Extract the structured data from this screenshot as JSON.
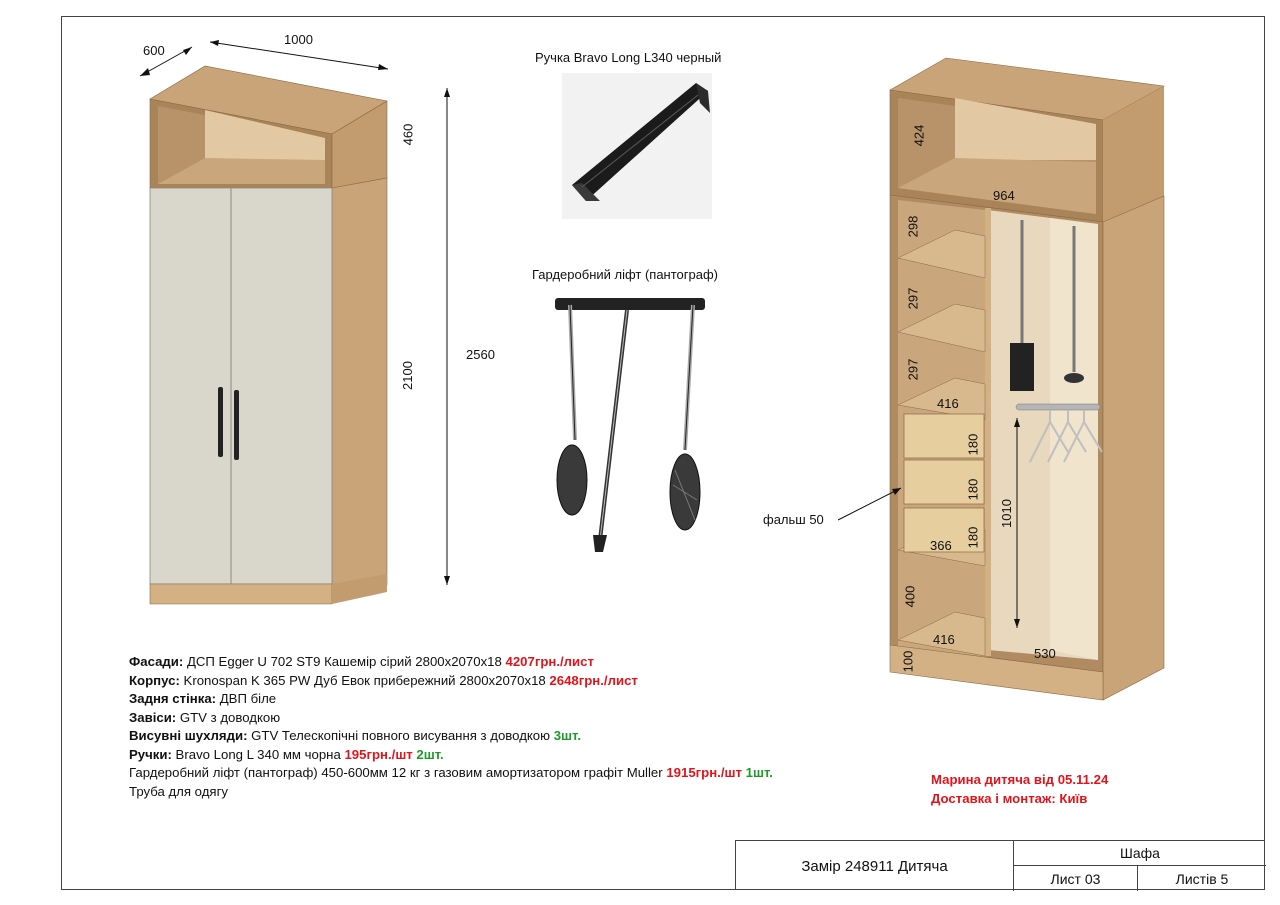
{
  "left_drawing": {
    "dim_depth": "600",
    "dim_width": "1000",
    "dim_top": "460",
    "dim_body": "2100",
    "dim_total": "2560"
  },
  "accessories": {
    "handle_title": "Ручка Bravo Long L340 черный",
    "lift_title": "Гардеробний ліфт (пантограф)"
  },
  "right_drawing": {
    "d_424": "424",
    "d_964": "964",
    "d_298": "298",
    "d_297a": "297",
    "d_297b": "297",
    "d_416a": "416",
    "d_180a": "180",
    "d_180b": "180",
    "d_180c": "180",
    "d_1010": "1010",
    "d_366": "366",
    "d_400": "400",
    "d_416b": "416",
    "d_530": "530",
    "d_100": "100",
    "falsh": "фальш 50"
  },
  "spec": {
    "facades_label": "Фасади:",
    "facades_text": " ДСП Egger U 702 ST9 Кашемір сірий 2800х2070х18 ",
    "facades_price": "4207грн./лист",
    "body_label": "Корпус:",
    "body_text": " Kronospan K 365 PW Дуб Евок прибережний 2800х2070х18 ",
    "body_price": "2648грн./лист",
    "back_label": "Задня стінка:",
    "back_text": "  ДВП біле",
    "hinges_label": "Завіси:",
    "hinges_text": " GTV з доводкою",
    "drawers_label": "Висувні шухляди:",
    "drawers_text": " GTV Телескопічні повного висування з доводкою ",
    "drawers_qty": "3шт.",
    "handles_label": "Ручки:",
    "handles_text": " Bravo Long L 340 мм чорна ",
    "handles_price": "195грн./шт",
    "handles_qty": " 2шт.",
    "lift_text": "Гардеробний ліфт (пантограф) 450-600мм 12 кг з газовим амортизатором графіт Muller ",
    "lift_price": "1915грн./шт",
    "lift_qty": " 1шт.",
    "pipe_text": "Труба для одягу"
  },
  "note": {
    "line1": "Марина дитяча від 05.11.24",
    "line2": "Доставка і монтаж: Київ"
  },
  "title_block": {
    "order": "Замір 248911 Дитяча",
    "product": "Шафа",
    "sheet": "Лист 03",
    "sheets": "Листів 5"
  },
  "colors": {
    "oak": "#c9a478",
    "oak_dark": "#a98459",
    "oak_light": "#e2c9a3",
    "facade": "#d9d6cc",
    "price_red": "#e0141b",
    "qty_green": "#1e9a2a"
  }
}
